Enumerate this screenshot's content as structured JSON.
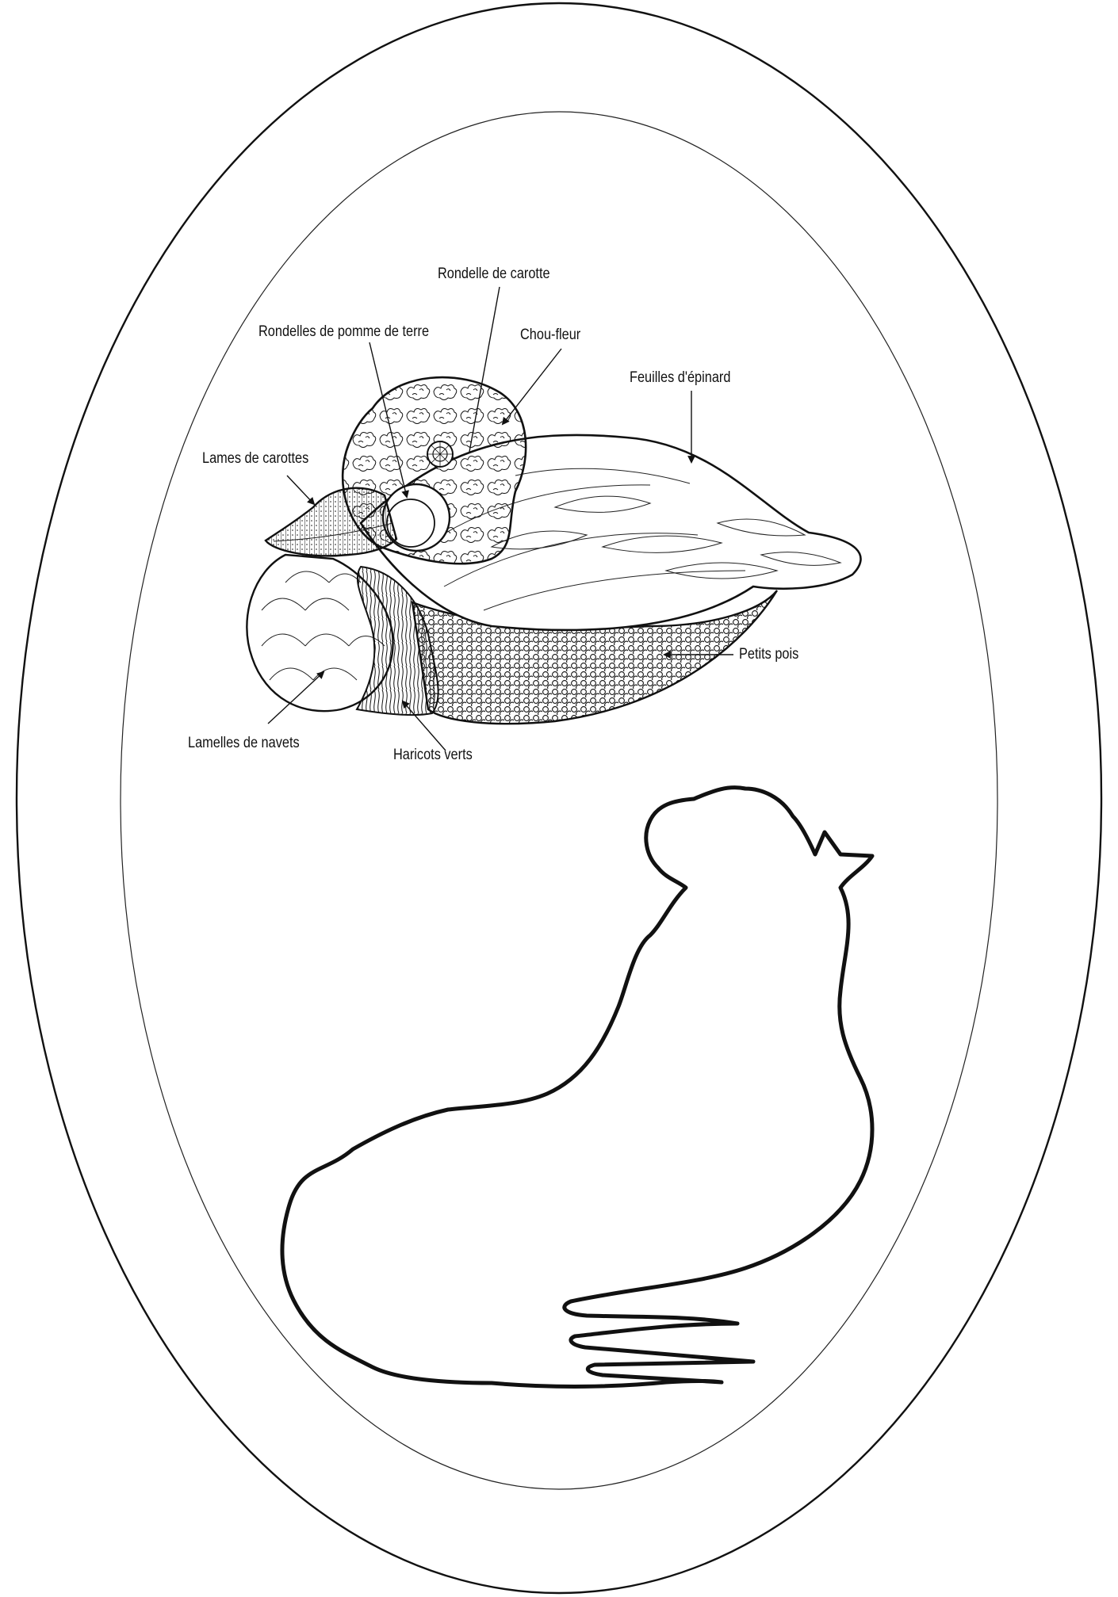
{
  "labels": {
    "carrot_slice": "Rondelle de carotte",
    "potato_slices": "Rondelles de pomme de terre",
    "cauliflower": "Chou-fleur",
    "spinach_leaves": "Feuilles d'épinard",
    "carrot_strips": "Lames de carottes",
    "peas": "Petits pois",
    "turnip_slices": "Lamelles de navets",
    "green_beans": "Haricots verts"
  }
}
